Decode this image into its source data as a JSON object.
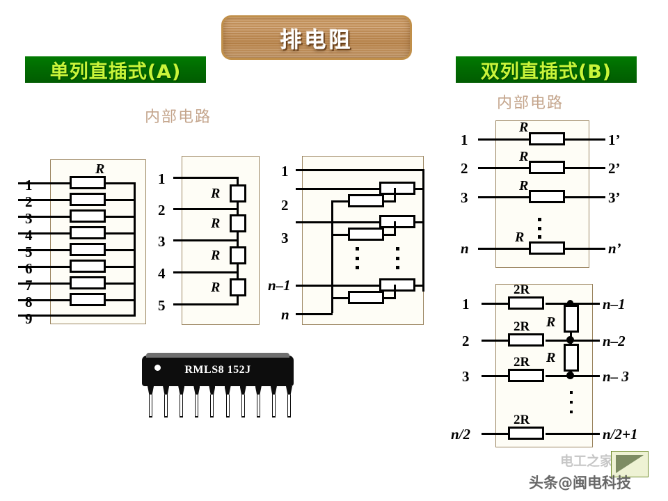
{
  "title": {
    "text": "排电阻"
  },
  "sections": {
    "left": {
      "heading": "单列直插式(A)",
      "caption": "内部电路"
    },
    "right": {
      "heading": "双列直插式(B)",
      "caption": "内部电路"
    }
  },
  "colors": {
    "header_bg": "#016b01",
    "header_text": "#c9f53a",
    "banner_wood": "#c2915c",
    "caption": "#c4a58c",
    "panel_bg": "#fefdf6",
    "panel_border": "#9b8560",
    "wire": "#000000"
  },
  "circuit1": {
    "name": "bussed-network",
    "pins": [
      "1",
      "2",
      "3",
      "4",
      "5",
      "6",
      "7",
      "8",
      "9"
    ],
    "resistor_label": "R",
    "resistor_count": 8
  },
  "circuit2": {
    "name": "series-chain-network",
    "pins": [
      "1",
      "2",
      "3",
      "4",
      "5"
    ],
    "resistor_labels": [
      "R",
      "R",
      "R",
      "R"
    ]
  },
  "circuit3": {
    "name": "ladder-network",
    "pins": [
      "1",
      "2",
      "3",
      "n–1",
      "n"
    ],
    "ellipsis": "⋮"
  },
  "circuit4": {
    "name": "isolated-resistor-network",
    "left_pins": [
      "1",
      "2",
      "3",
      "n"
    ],
    "right_pins": [
      "1’",
      "2’",
      "3’",
      "n’"
    ],
    "resistor_labels": [
      "R",
      "R",
      "R",
      "R"
    ],
    "ellipsis": "⋮"
  },
  "circuit5": {
    "name": "r-2r-ladder-network",
    "left_pins": [
      "1",
      "2",
      "3",
      "n/2"
    ],
    "right_pins": [
      "n–1",
      "n–2",
      "n– 3",
      "n/2+1"
    ],
    "series_labels": [
      "2R",
      "2R",
      "2R",
      "2R"
    ],
    "shunt_labels": [
      "R",
      "R"
    ],
    "ellipsis": "⋮"
  },
  "ic_package": {
    "marking": "RMLS8 152J",
    "pin_count": 10,
    "polarity_dot": "•"
  },
  "watermark": {
    "main": "头条@闽电科技",
    "ghost": "电工之家"
  }
}
